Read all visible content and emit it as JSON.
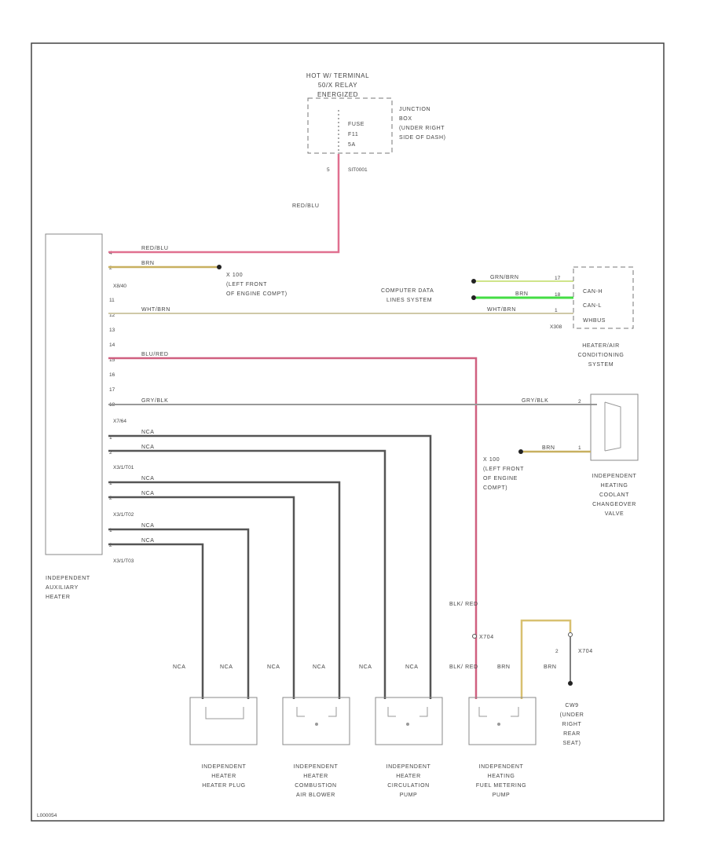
{
  "colors": {
    "frame": "#444444",
    "red_blu_wire": "#e07090",
    "brn_wire": "#c8b060",
    "nca_wire": "#555555",
    "grn_wire": "#44dd44",
    "wht_brn_wire": "#cfc9a8",
    "grn_blk_wire": "#999999",
    "blu_red_wire": "#d06080"
  },
  "power": {
    "title_lines": [
      "HOT W/ TERMINAL",
      "50/X RELAY",
      "ENERGIZED"
    ],
    "fuse_lines": [
      "FUSE",
      "F11",
      "5A"
    ],
    "junction_lines": [
      "JUNCTION",
      "BOX",
      "(UNDER RIGHT",
      "SIDE OF DASH)"
    ],
    "pin": "5",
    "connector": "SIT0001",
    "wire_label": "RED/BLU"
  },
  "heater": {
    "label_lines": [
      "INDEPENDENT",
      "AUXILIARY",
      "HEATER"
    ],
    "connector_a": "X8/40",
    "connector_b": "X7/64",
    "connector_c": "X3/1/T01",
    "connector_d": "X3/1/T02",
    "connector_e": "X3/1/T03",
    "pins": [
      "4",
      "2",
      "11",
      "12",
      "13",
      "14",
      "15",
      "16",
      "17",
      "18",
      "1",
      "2",
      "1",
      "2",
      "1",
      "2"
    ]
  },
  "wires": {
    "red_blu": "RED/BLU",
    "brn": "BRN",
    "wht_brn": "WHT/BRN",
    "blu_red": "BLU/RED",
    "grn_blk": "GRY/BLK",
    "nca": "NCA",
    "grn_brn": "GRN/BRN",
    "blk_red": "BLK/ RED",
    "blk_red_2": "BLK/ RED"
  },
  "ground_x100": {
    "lines": [
      "X 100",
      "(LEFT FRONT",
      "OF ENGINE COMPT)"
    ]
  },
  "ground_x100_b": {
    "lines": [
      "X 100",
      "(LEFT FRONT",
      "OF ENGINE",
      "COMPT)"
    ]
  },
  "can_system": {
    "computer_lines": [
      "COMPUTER DATA",
      "LINES SYSTEM"
    ],
    "pins": [
      "17",
      "18",
      "1"
    ],
    "module_labels": [
      "CAN-H",
      "CAN-L",
      "WHBUS"
    ],
    "connector": "X308",
    "hvac_lines": [
      "HEATER/AIR",
      "CONDITIONING",
      "SYSTEM"
    ]
  },
  "coolant_valve": {
    "label_lines": [
      "INDEPENDENT",
      "HEATING",
      "COOLANT",
      "CHANGEOVER",
      "VALVE"
    ],
    "pins": [
      "2",
      "1"
    ]
  },
  "bottom_components": [
    {
      "label_lines": [
        "INDEPENDENT",
        "HEATER",
        "HEATER PLUG"
      ]
    },
    {
      "label_lines": [
        "INDEPENDENT",
        "HEATER",
        "COMBUSTION",
        "AIR BLOWER"
      ]
    },
    {
      "label_lines": [
        "INDEPENDENT",
        "HEATER",
        "CIRCULATION",
        "PUMP"
      ]
    },
    {
      "label_lines": [
        "INDEPENDENT",
        "HEATING",
        "FUEL METERING",
        "PUMP"
      ]
    }
  ],
  "fuel_pump": {
    "splice": "X704",
    "splice_2": "X704",
    "pin_2": "2"
  },
  "ground_w9": {
    "lines": [
      "CW9",
      "(UNDER",
      "RIGHT",
      "REAR",
      "SEAT)"
    ]
  },
  "footer_code": "L000054"
}
